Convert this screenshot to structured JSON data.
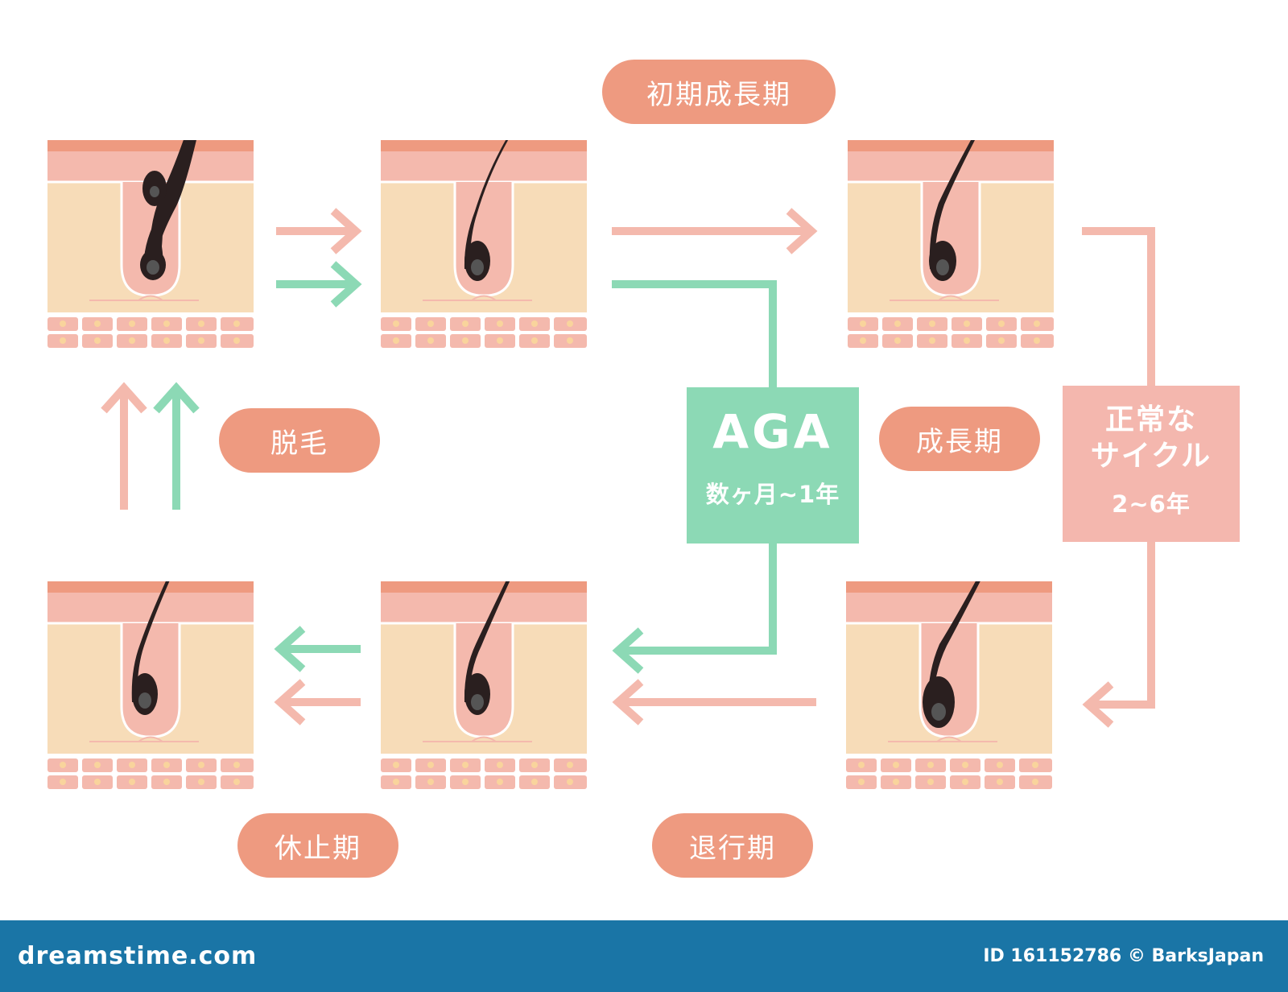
{
  "stages": {
    "initial_growth": "初期成長期",
    "growth": "成長期",
    "regression": "退行期",
    "rest": "休止期",
    "shedding": "脱毛"
  },
  "aga": {
    "title": "AGA",
    "duration": "数ヶ月~1年"
  },
  "normal": {
    "line1": "正常な",
    "line2": "サイクル",
    "duration": "2~6年"
  },
  "colors": {
    "pink_arrow": "#f4b9ad",
    "green_arrow": "#8cd9b5",
    "pill": "#ee9a80",
    "skin_top": "#ee9a80",
    "epidermis": "#f4b9ad",
    "dermis": "#f7dcb8",
    "hair": "#2a1f1f"
  },
  "footer": {
    "brand": "dreamstime.com",
    "credit": "ID 161152786 © BarksJapan"
  }
}
